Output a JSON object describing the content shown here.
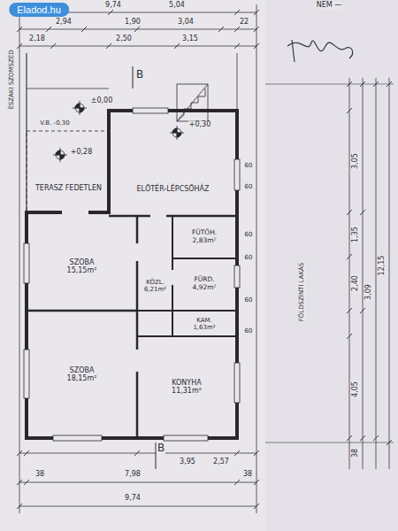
{
  "diagram": {
    "nodes": [
      {
        "text": [
          "TERASZ FEDETLEN"
        ]
      },
      {
        "text": [
          "ELŐTÉR-LÉPCSŐHÁZ"
        ]
      },
      {
        "text": [
          "SZOBA",
          "15,15m²"
        ]
      },
      {
        "text": [
          "KÖZL.",
          "6,21m²"
        ]
      },
      {
        "text": [
          "FÜTŐH.",
          "2,83m²"
        ]
      },
      {
        "text": [
          "FÜRD.",
          "4,92m²"
        ]
      },
      {
        "text": [
          "KAM.",
          "1,63m²"
        ]
      },
      {
        "text": [
          "SZOBA",
          "18,15m²"
        ]
      },
      {
        "text": [
          "KONYHA",
          "11,31m²"
        ]
      }
    ],
    "labels": [
      "Eladod.hu",
      "NEM —",
      "9,74",
      "5,04",
      "2,94",
      "1,90",
      "3,04",
      "22",
      "2,18",
      "2,50",
      "3,15",
      "ÉSZAKI SZOMSZÉD",
      "B",
      "±0,00",
      "V.B. -0,30",
      "+0,28",
      "+0,30",
      "60",
      "60",
      "60",
      "60",
      "60",
      "60",
      "3,05",
      "12,15",
      "1,35",
      "2,40",
      "3,09",
      "4,05",
      "38",
      "FÖLDSZINTI LAKÁS",
      "3,95",
      "B",
      "2,57",
      "38",
      "7,98",
      "38",
      "9,74"
    ]
  }
}
